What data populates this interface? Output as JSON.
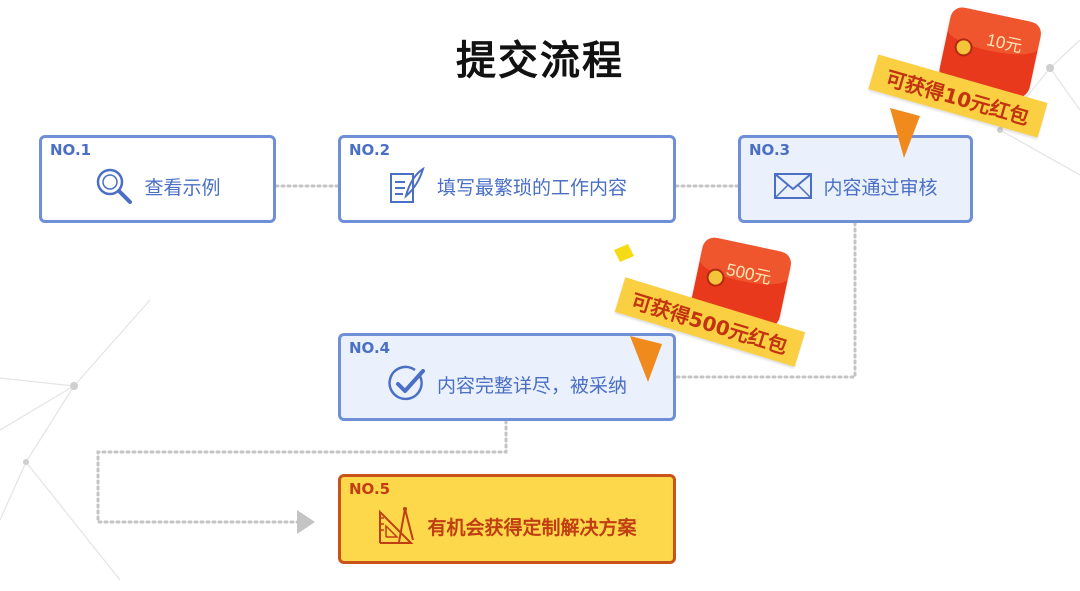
{
  "title": "提交流程",
  "steps": [
    {
      "no": "NO.1",
      "label": "查看示例"
    },
    {
      "no": "NO.2",
      "label": "填写最繁琐的工作内容"
    },
    {
      "no": "NO.3",
      "label": "内容通过审核"
    },
    {
      "no": "NO.4",
      "label": "内容完整详尽，被采纳"
    },
    {
      "no": "NO.5",
      "label": "有机会获得定制解决方案"
    }
  ],
  "rewards": [
    {
      "amount": "10元",
      "banner": "可获得10元红包"
    },
    {
      "amount": "500元",
      "banner": "可获得500元红包"
    }
  ],
  "colors": {
    "step_border": "#6f8fd6",
    "step_text": "#4a6fc4",
    "final_fill": "#fdd84a",
    "final_text": "#c13e12",
    "redpacket": "#e8391d",
    "banner": "#fbcf42"
  }
}
